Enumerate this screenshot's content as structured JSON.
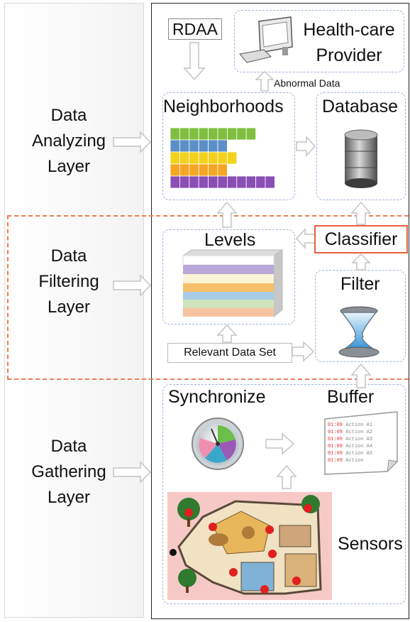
{
  "layers": {
    "analyzing": [
      "Data",
      "Analyzing",
      "Layer"
    ],
    "filtering": [
      "Data",
      "Filtering",
      "Layer"
    ],
    "gathering": [
      "Data",
      "Gathering",
      "Layer"
    ]
  },
  "nodes": {
    "rdaa": "RDAA",
    "provider": [
      "Health-care",
      "Provider"
    ],
    "abnormal": "Abnormal Data",
    "neighborhoods": "Neighborhoods",
    "database": "Database",
    "levels": "Levels",
    "classifier": "Classifier",
    "filter": "Filter",
    "relevant": "Relevant Data Set",
    "synchronize": "Synchronize",
    "buffer": "Buffer",
    "sensors": "Sensors"
  },
  "buffer_rows": [
    {
      "time": "01:09",
      "action": "Action A1"
    },
    {
      "time": "01:09",
      "action": "Action A2"
    },
    {
      "time": "01:09",
      "action": "Action A3"
    },
    {
      "time": "01:09",
      "action": "Action A4"
    },
    {
      "time": "01:09",
      "action": "Action A5"
    },
    {
      "time": "01:09",
      "action": "Action"
    }
  ],
  "colors": {
    "dash_border": "#9fb4d8",
    "orange_dash": "#f07b55",
    "arrow_fill": "#ffffff",
    "arrow_stroke": "#c4c4c4",
    "classifier_border": "#e8603c"
  }
}
